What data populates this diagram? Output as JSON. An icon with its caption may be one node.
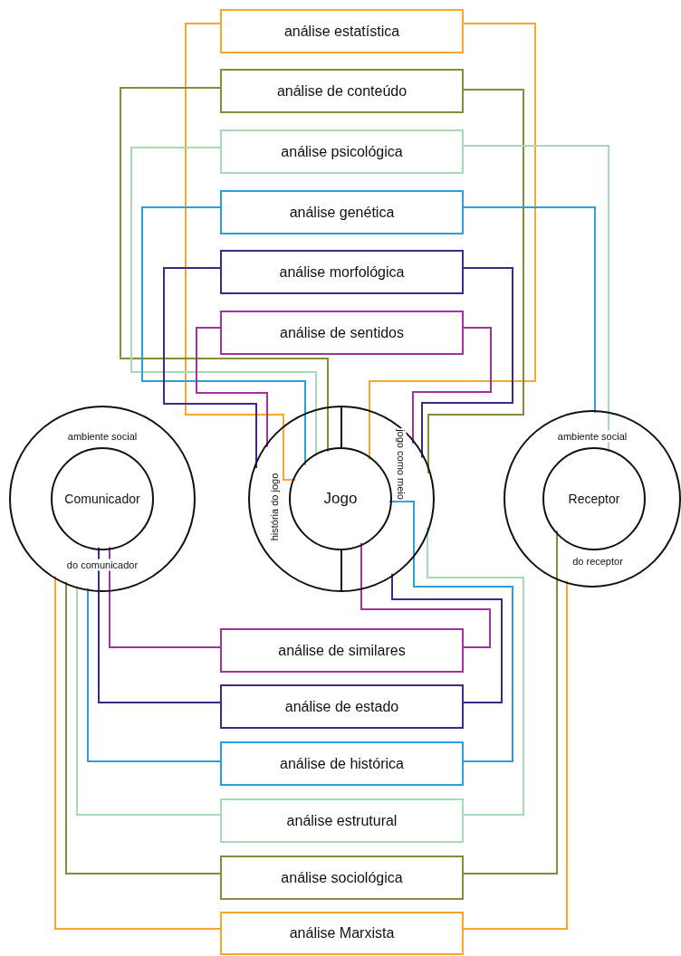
{
  "diagram": {
    "nodes": [
      {
        "text": [
          "análise estatística"
        ]
      },
      {
        "text": [
          "análise de conteúdo"
        ]
      },
      {
        "text": [
          "análise psicológica"
        ]
      },
      {
        "text": [
          "análise genética"
        ]
      },
      {
        "text": [
          "análise morfológica"
        ]
      },
      {
        "text": [
          "análise de sentidos"
        ]
      },
      {
        "text": [
          "ambiente social",
          "do comunicador"
        ]
      },
      {
        "text": [
          "Comunicador"
        ],
        "in": 6
      },
      {
        "text": [
          "história do jogo",
          "jogo como meio"
        ]
      },
      {
        "text": [
          "Jogo"
        ],
        "in": 8
      },
      {
        "text": [
          "ambiente social",
          "do receptor"
        ]
      },
      {
        "text": [
          "Receptor"
        ],
        "in": 10
      },
      {
        "text": [
          "análise de similares"
        ]
      },
      {
        "text": [
          "análise de estado"
        ]
      },
      {
        "text": [
          "análise de histórica"
        ]
      },
      {
        "text": [
          "análise estrutural"
        ]
      },
      {
        "text": [
          "análise sociológica"
        ]
      },
      {
        "text": [
          "análise Marxista"
        ]
      }
    ],
    "edges": [
      {
        "from": 0,
        "to": 9,
        "arrow": "none",
        "color": "#f9a72b"
      },
      {
        "from": 0,
        "to": 9,
        "arrow": "none",
        "color": "#f9a72b"
      },
      {
        "from": 1,
        "to": 9,
        "arrow": "none",
        "color": "#8a8a3a"
      },
      {
        "from": 1,
        "to": 8,
        "arrow": "none",
        "color": "#8a8a3a"
      },
      {
        "from": 2,
        "to": 9,
        "arrow": "none",
        "color": "#a8d9b4"
      },
      {
        "from": 2,
        "to": 11,
        "arrow": "none",
        "color": "#a8d9b4"
      },
      {
        "from": 3,
        "to": 9,
        "arrow": "none",
        "color": "#2a9fdc"
      },
      {
        "from": 3,
        "to": 10,
        "arrow": "none",
        "color": "#2a9fdc"
      },
      {
        "from": 4,
        "to": 8,
        "arrow": "none",
        "color": "#3e2a86"
      },
      {
        "from": 4,
        "to": 8,
        "arrow": "none",
        "color": "#3e2a86"
      },
      {
        "from": 5,
        "to": 8,
        "arrow": "none",
        "color": "#a2329c"
      },
      {
        "from": 5,
        "to": 8,
        "arrow": "none",
        "color": "#a2329c"
      },
      {
        "from": 12,
        "to": 7,
        "arrow": "none",
        "color": "#a2329c"
      },
      {
        "from": 12,
        "to": 9,
        "arrow": "none",
        "color": "#a2329c"
      },
      {
        "from": 13,
        "to": 7,
        "arrow": "none",
        "color": "#3e2a86"
      },
      {
        "from": 13,
        "to": 8,
        "arrow": "none",
        "color": "#3e2a86"
      },
      {
        "from": 14,
        "to": 6,
        "arrow": "none",
        "color": "#2a9fdc"
      },
      {
        "from": 14,
        "to": 9,
        "arrow": "none",
        "color": "#2a9fdc"
      },
      {
        "from": 15,
        "to": 6,
        "arrow": "none",
        "color": "#a8d9b4"
      },
      {
        "from": 15,
        "to": 8,
        "arrow": "none",
        "color": "#a8d9b4"
      },
      {
        "from": 16,
        "to": 6,
        "arrow": "none",
        "color": "#8a8a3a"
      },
      {
        "from": 16,
        "to": 11,
        "arrow": "none",
        "color": "#8a8a3a"
      },
      {
        "from": 17,
        "to": 6,
        "arrow": "none",
        "color": "#f9a72b"
      },
      {
        "from": 17,
        "to": 10,
        "arrow": "none",
        "color": "#f9a72b"
      }
    ]
  }
}
